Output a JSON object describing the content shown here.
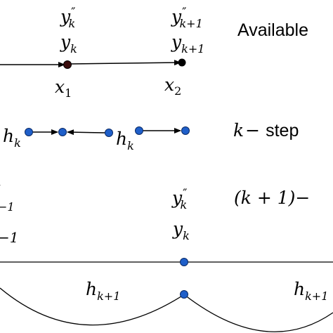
{
  "colors": {
    "line": "#000000",
    "node_blue": "#1f5fc9",
    "node_dark": "#3a0d0d",
    "node_black": "#000000"
  },
  "row1": {
    "node1_top_base": "y",
    "node1_top_sub": "k",
    "node1_top_prime": "″",
    "node1_bottom_base": "y",
    "node1_bottom_sub": "k",
    "node2_top_base": "y",
    "node2_top_sub": "k+1",
    "node2_top_prime": "″",
    "node2_bottom_base": "y",
    "node2_bottom_sub": "k+1",
    "x1_base": "x",
    "x1_sub": "1",
    "x2_base": "x",
    "x2_sub": "2",
    "label": "Available"
  },
  "row2": {
    "h_left_base": "h",
    "h_left_sub": "k",
    "h_right_base": "h",
    "h_right_sub": "k",
    "label_math": "k",
    "label_dash": "−",
    "label_text": "step"
  },
  "row3": {
    "left_top_fragment": "′",
    "left_mid_fragment": "−1",
    "left_bot_fragment": "−1",
    "node_top_base": "y",
    "node_top_sub": "k",
    "node_top_prime": "″",
    "node_bottom_base": "y",
    "node_bottom_sub": "k",
    "label": "(k + 1)−"
  },
  "row4": {
    "h_left_base": "h",
    "h_left_sub": "k+1",
    "h_right_base": "h",
    "h_right_sub": "k+1"
  }
}
